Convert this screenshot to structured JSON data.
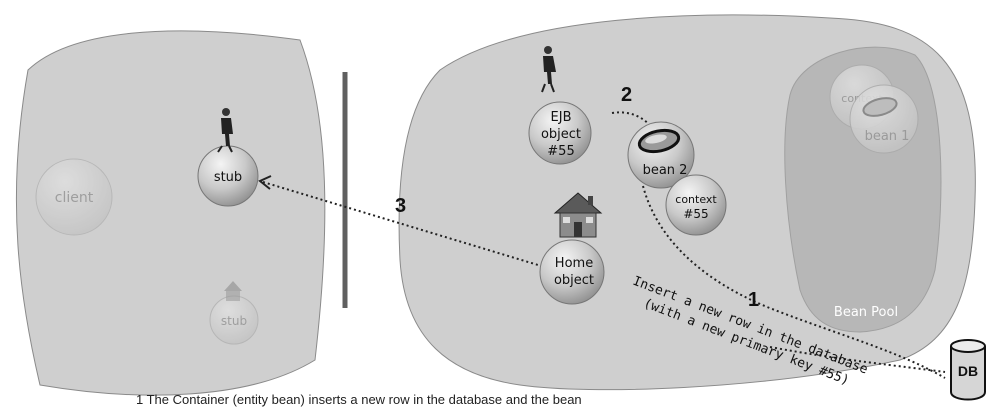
{
  "colors": {
    "blob": "#cfcfcf",
    "blob_stroke": "#8a8a8a",
    "pool": "#b7b7b7",
    "bubble": "#c6c6c6",
    "divider": "#606060"
  },
  "client_area": {
    "client": "client",
    "stub": "stub",
    "stub_faded": "stub"
  },
  "server_area": {
    "ejb_object": {
      "line1": "EJB",
      "line2": "object",
      "line3": "#55"
    },
    "bean2": "bean 2",
    "context": {
      "line1": "context",
      "line2": "#55"
    },
    "home": {
      "line1": "Home",
      "line2": "object"
    },
    "pool": {
      "label": "Bean Pool",
      "context": "context",
      "bean1": "bean 1"
    }
  },
  "steps": {
    "s1": "1",
    "s2": "2",
    "s3": "3"
  },
  "note": {
    "line1": "Insert a new row in the database",
    "line2": "(with a new primary key #55)"
  },
  "db_label": "DB",
  "caption": "1  The Container (entity bean) inserts a new row in the database and the bean"
}
